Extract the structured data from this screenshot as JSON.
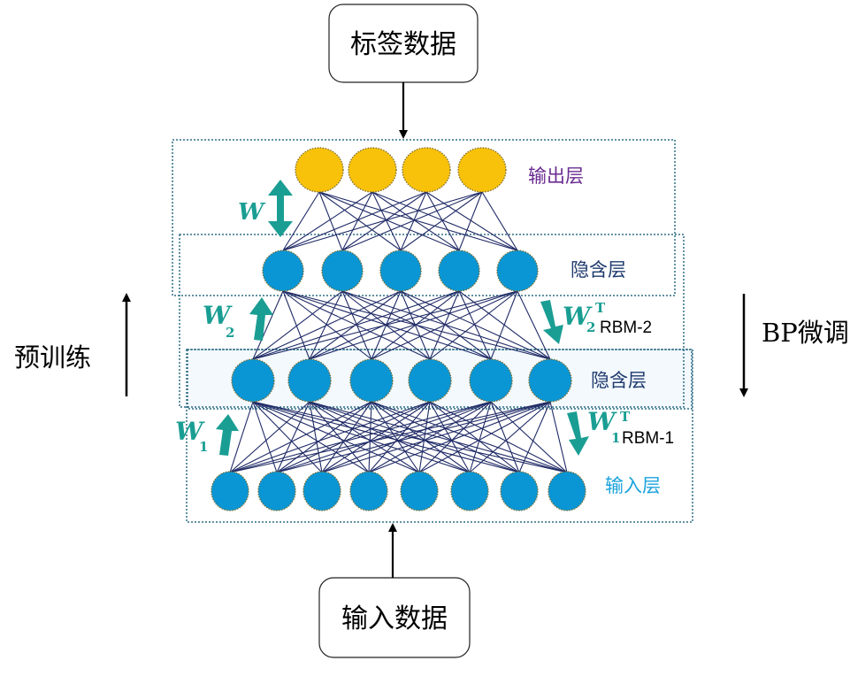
{
  "title": "DBN pre-training and BP fine-tuning diagram",
  "colors": {
    "output_node": "#f9c20a",
    "hidden_node": "#0a96d4",
    "node_outline": "#7a6a2a",
    "edge": "#1f2a66",
    "arrow_teal": "#1a9e93",
    "dash_box": "#2e6e86",
    "hidden1_fill": "#f3f9fd",
    "output_label": "#6a2c91",
    "hidden_label": "#1f3a6e",
    "input_label": "#1aa3dc"
  },
  "top_box": {
    "label": "标签数据"
  },
  "bottom_box": {
    "label": "输入数据"
  },
  "side": {
    "pretrain": "预训练",
    "finetune": "BP微调"
  },
  "layers": [
    {
      "id": "output",
      "label": "输出层",
      "nodes": 4,
      "kind": "output"
    },
    {
      "id": "hidden2",
      "label": "隐含层",
      "nodes": 5,
      "kind": "hidden"
    },
    {
      "id": "hidden1",
      "label": "隐含层",
      "nodes": 6,
      "kind": "hidden"
    },
    {
      "id": "input",
      "label": "输入层",
      "nodes": 8,
      "kind": "input"
    }
  ],
  "weights": {
    "w": {
      "symbol": "W"
    },
    "w2": {
      "symbol": "W",
      "sub": "2"
    },
    "w2t": {
      "symbol": "W",
      "sub": "2",
      "sup": "T",
      "rbm": "RBM-2"
    },
    "w1": {
      "symbol": "W",
      "sub": "1"
    },
    "w1t": {
      "symbol": "W",
      "sub": "1",
      "sup": "T",
      "rbm": "RBM-1"
    }
  }
}
